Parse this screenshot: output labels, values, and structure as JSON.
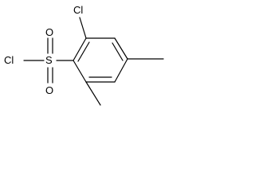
{
  "structure": {
    "atoms": {
      "cl_ring": "Cl",
      "cl_sulfonyl": "Cl",
      "sulfur": "S",
      "oxygen_top": "O",
      "oxygen_bottom": "O"
    }
  }
}
